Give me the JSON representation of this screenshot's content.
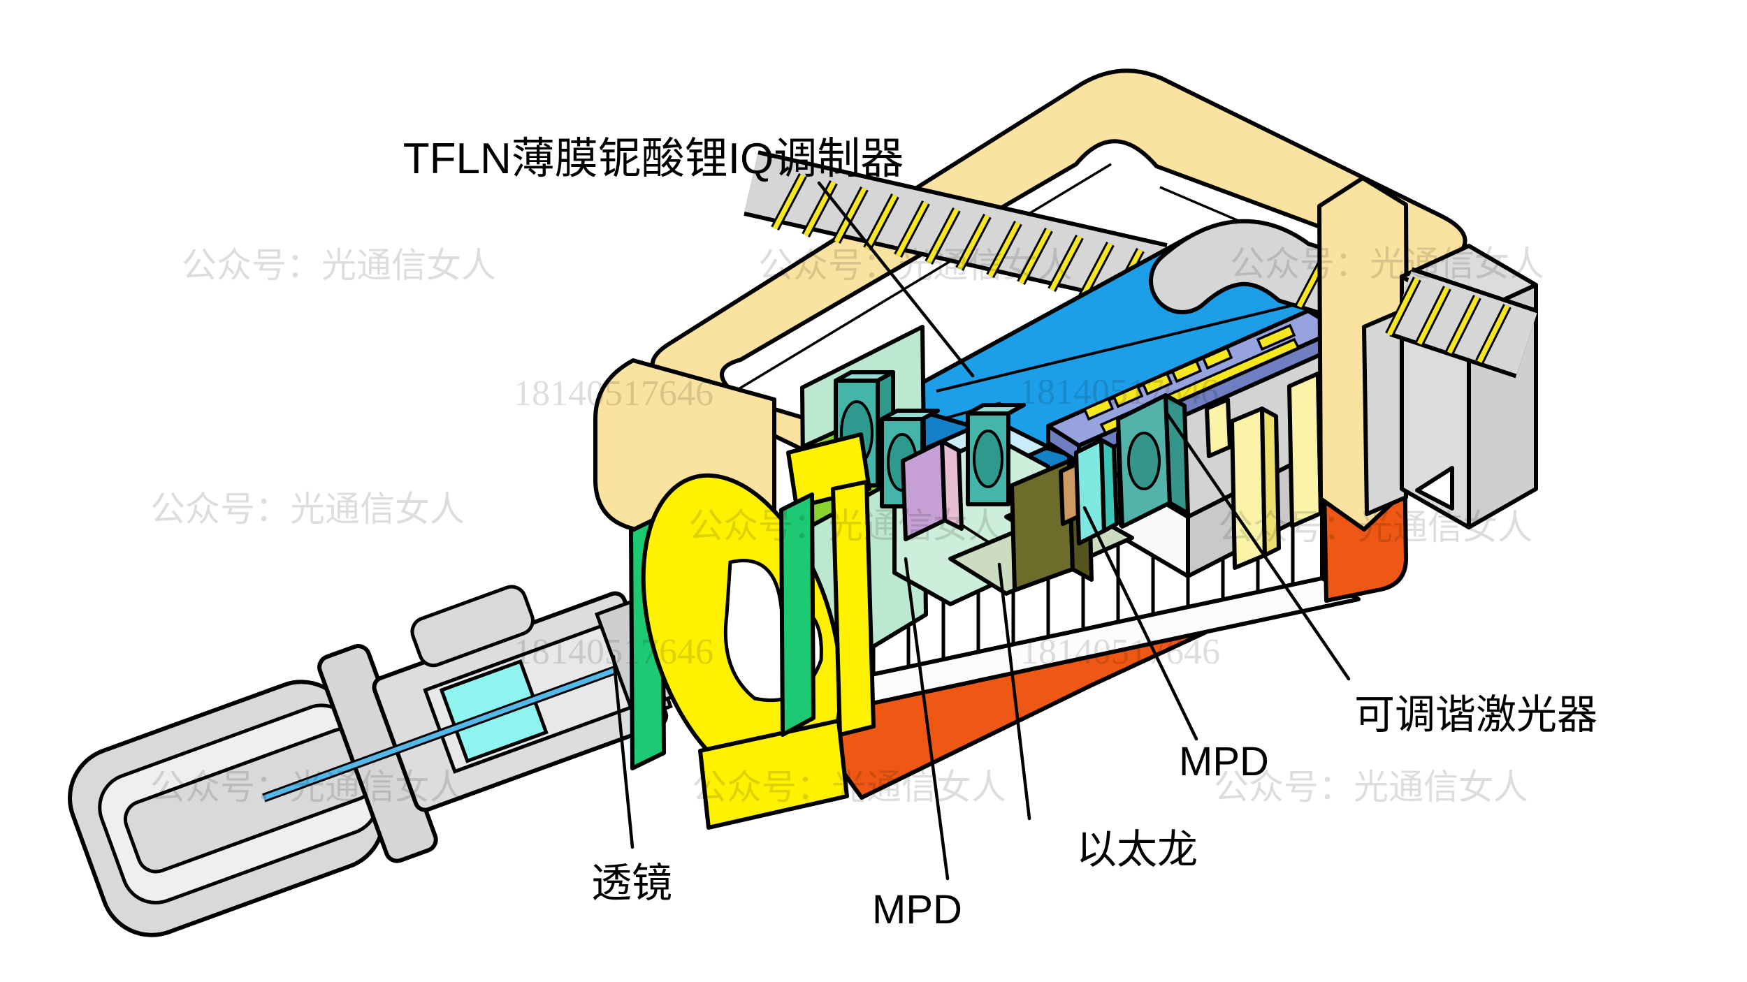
{
  "figure": {
    "type": "cutaway-diagram-optical-transceiver",
    "labels": {
      "modulator": "TFLN薄膜铌酸锂IQ调制器",
      "tunable_laser": "可调谐激光器",
      "mpd_upper": "MPD",
      "etherlong": "以太龙",
      "mpd_lower": "MPD",
      "lens": "透镜"
    }
  },
  "watermarks": {
    "brand": "公众号：光通信女人",
    "phone": "18140517646"
  },
  "colors": {
    "housing": "#FAE2A0",
    "modulator_chip": "#1C9FE8",
    "laser_chip": "#97A3DE",
    "base_plate": "#EE5714",
    "lens_glass": "#8FF3F0",
    "lens_holder": "#FFF200",
    "green_clip": "#1EC973",
    "flex_trace": "#F6E71F"
  }
}
